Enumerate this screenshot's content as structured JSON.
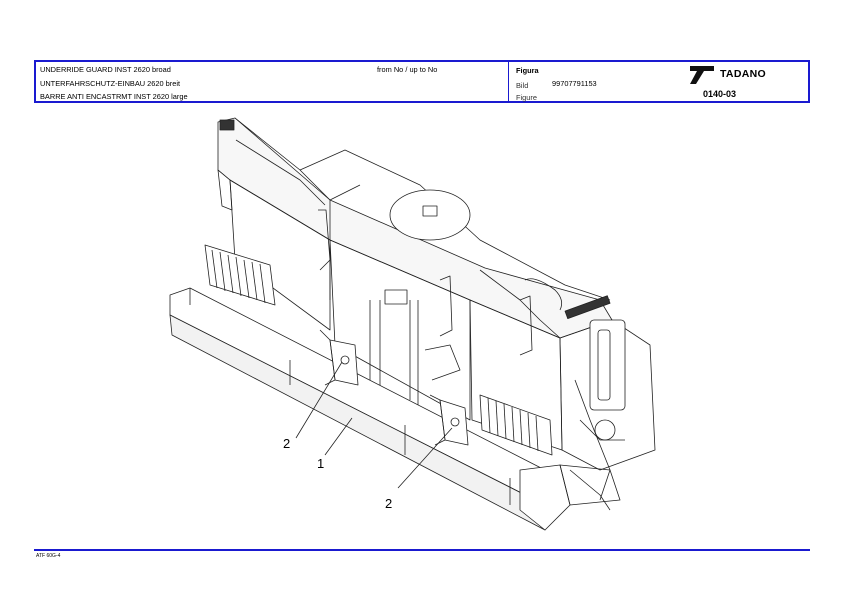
{
  "header": {
    "title_en": "UNDERRIDE GUARD INST  2620 broad",
    "title_de": "UNTERFAHRSCHUTZ-EINBAU  2620 breit",
    "title_fr": "BARRE ANTI ENCASTRMT INST 2620 large",
    "from_to": "from No / up to No",
    "figure_label": "Figura",
    "bild_label": "Bild",
    "figure_label_en": "Figure",
    "bild_number": "99707791153",
    "brand": "TADANO",
    "figure_number": "0140-03"
  },
  "callouts": {
    "left_bracket": "2",
    "guard_bar": "1",
    "right_bracket": "2"
  },
  "footer": {
    "code": "ATF 60G-4"
  },
  "colors": {
    "border": "#1a1ad0"
  }
}
